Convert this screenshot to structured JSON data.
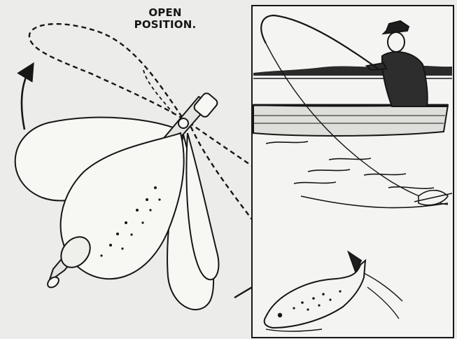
{
  "callout": {
    "line1": "OPEN",
    "line2": "POSITION."
  },
  "colors": {
    "paper": "#ececea",
    "ink": "#161616",
    "scene_bg": "#f4f4f2"
  },
  "icons": [
    "spinner-float-drawing",
    "fisherman-boat-scene",
    "leaping-fish"
  ]
}
